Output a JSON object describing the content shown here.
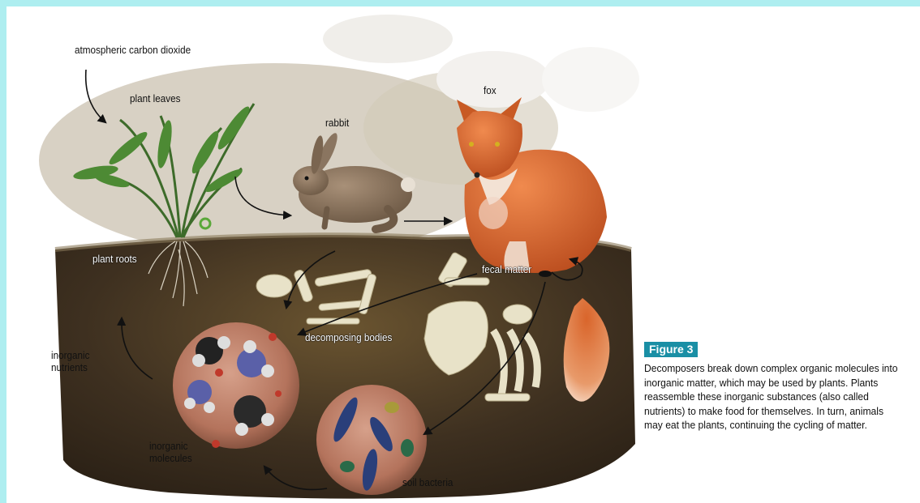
{
  "labels": {
    "atmospheric_co2": "atmospheric carbon dioxide",
    "plant_leaves": "plant leaves",
    "rabbit": "rabbit",
    "fox": "fox",
    "plant_roots": "plant roots",
    "fecal_matter": "fecal matter",
    "decomposing_bodies": "decomposing bodies",
    "inorganic_nutrients": "inorganic\nnutrients",
    "inorganic_molecules": "inorganic\nmolecules",
    "soil_bacteria": "soil bacteria"
  },
  "figure": {
    "badge": "Figure 3",
    "caption": "Decomposers break down complex organic molecules into inorganic matter, which may be used by plants. Plants reassemble these inorganic substances (also called nutrients) to make food for themselves. In turn, animals may eat the plants, continuing the cycling of matter."
  },
  "colors": {
    "frame": "#aeeef0",
    "badge": "#1a8fa5",
    "soil": "#4a3a22",
    "fox": "#d9652b",
    "rabbit": "#8a7560"
  }
}
